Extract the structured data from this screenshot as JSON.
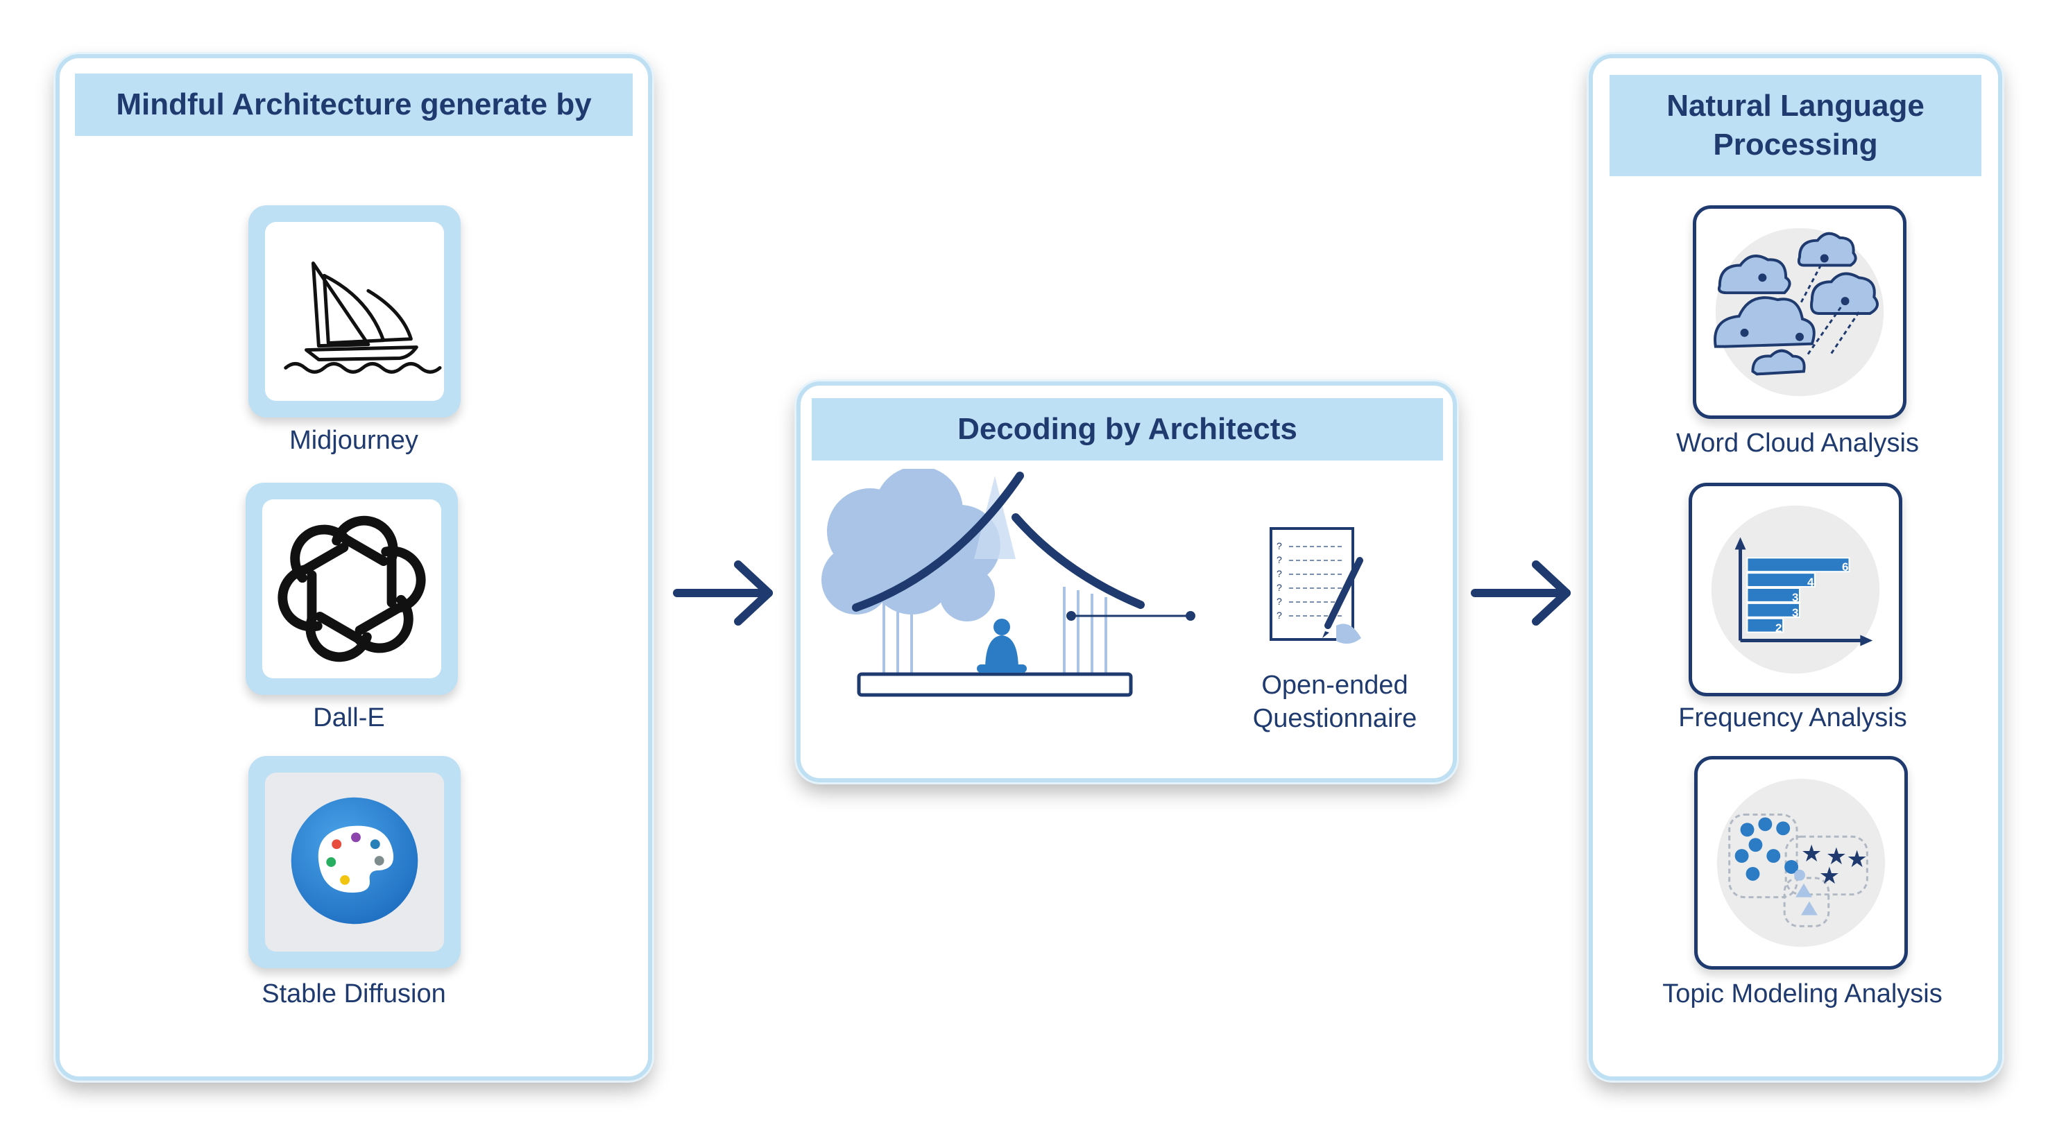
{
  "left_panel": {
    "title": "Mindful Architecture generate by",
    "tools": [
      {
        "label": "Midjourney",
        "icon": "sailboat-icon"
      },
      {
        "label": "Dall-E",
        "icon": "openai-knot-icon"
      },
      {
        "label": "Stable Diffusion",
        "icon": "palette-icon"
      }
    ]
  },
  "middle_panel": {
    "title": "Decoding by Architects",
    "questionnaire_label": "Open-ended\nQuestionnaire"
  },
  "right_panel": {
    "title": "Natural Language\nProcessing",
    "analyses": [
      {
        "label": "Word Cloud Analysis",
        "icon": "word-cloud-icon"
      },
      {
        "label": "Frequency Analysis",
        "icon": "bar-chart-icon",
        "bar_values": [
          "6",
          "4",
          "3",
          "3",
          "2"
        ]
      },
      {
        "label": "Topic Modeling Analysis",
        "icon": "topic-clusters-icon"
      }
    ]
  },
  "colors": {
    "navy": "#1f3a6e",
    "light_blue": "#bde0f4",
    "accent_blue": "#2b7cc4"
  }
}
